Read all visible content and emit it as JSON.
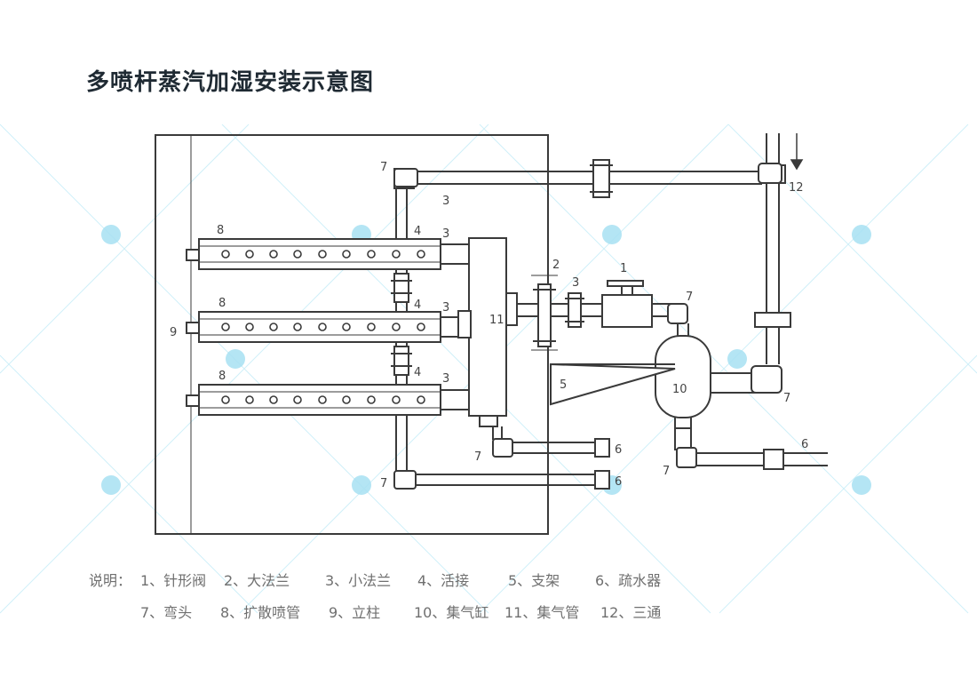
{
  "title": "多喷杆蒸汽加湿安装示意图",
  "labels": {
    "n2": "2",
    "n3": "3",
    "n4": "4",
    "n5": "5",
    "n6": "6",
    "n7": "7",
    "n8": "8",
    "n9": "9",
    "n10": "10",
    "n11": "11",
    "n12": "12",
    "n1": "1"
  },
  "legend": {
    "prefix": "说明：",
    "items": [
      "1、针形阀",
      "2、大法兰",
      "3、小法兰",
      "4、活接",
      "5、支架",
      "6、疏水器",
      "7、弯头",
      "8、扩散喷管",
      "9、立柱",
      "10、集气缸",
      "11、集气管",
      "12、三通"
    ]
  },
  "colors": {
    "line": "#3a3a3a",
    "title": "#1f2a33",
    "legend": "#6f6f6f",
    "watermark": "#9fdcf0"
  }
}
